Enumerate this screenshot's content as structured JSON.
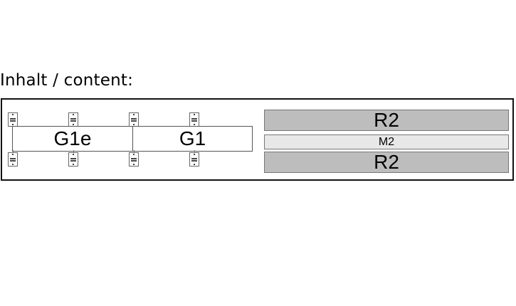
{
  "heading": "Inhalt / content:",
  "rail_strip": {
    "segments": [
      {
        "label": "G1e"
      },
      {
        "label": "G1"
      }
    ],
    "bracket_count_top": 4,
    "bracket_count_bottom": 4
  },
  "panels": [
    {
      "label": "R2",
      "fill": "#bdbdbd"
    },
    {
      "label": "M2",
      "fill": "#e8e8e8"
    },
    {
      "label": "R2",
      "fill": "#bdbdbd"
    }
  ],
  "colors": {
    "frame": "#111111",
    "panel_r": "#bdbdbd",
    "panel_m": "#e8e8e8",
    "background": "#ffffff"
  }
}
